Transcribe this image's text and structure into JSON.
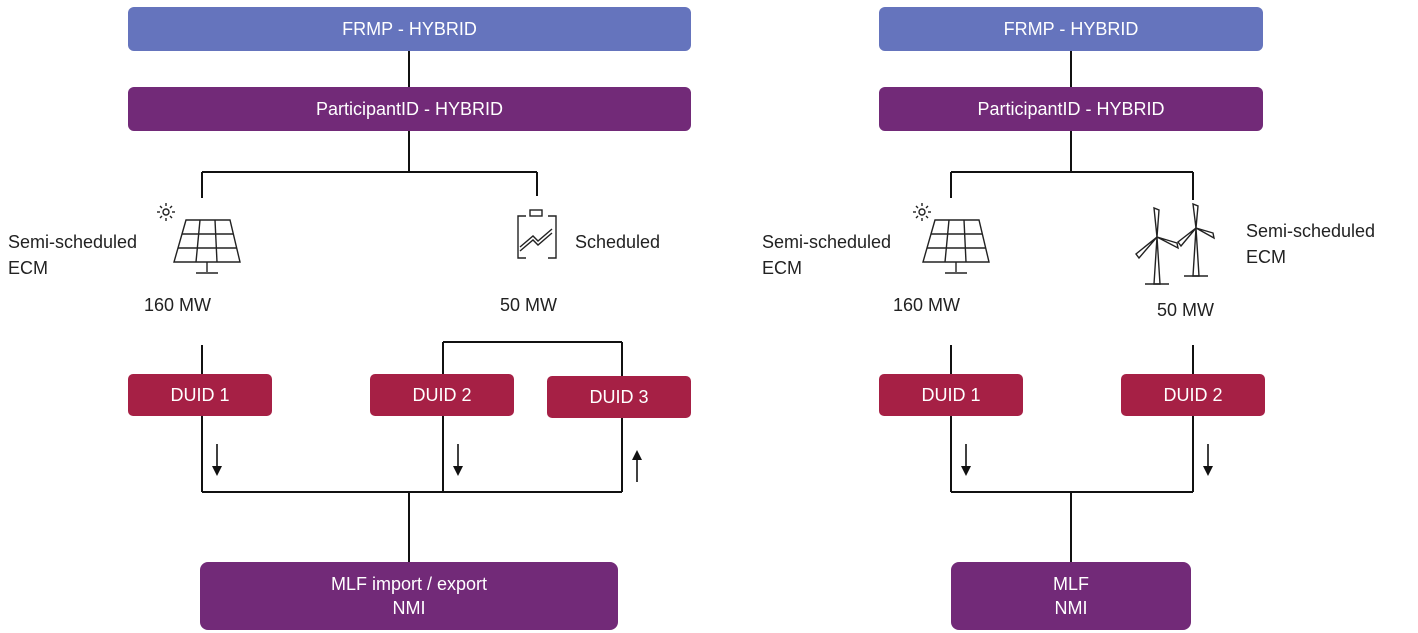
{
  "left": {
    "frmp": "FRMP - HYBRID",
    "participant": "ParticipantID - HYBRID",
    "solar": {
      "line1": "Semi-scheduled",
      "line2": "ECM",
      "capacity": "160 MW",
      "icon": "solar-panel-icon"
    },
    "battery": {
      "label": "Scheduled",
      "capacity": "50 MW",
      "icon": "battery-icon"
    },
    "duids": [
      "DUID 1",
      "DUID 2",
      "DUID 3"
    ],
    "mlf": {
      "line1": "MLF import / export",
      "line2": "NMI"
    }
  },
  "right": {
    "frmp": "FRMP - HYBRID",
    "participant": "ParticipantID - HYBRID",
    "solar": {
      "line1": "Semi-scheduled",
      "line2": "ECM",
      "capacity": "160 MW",
      "icon": "solar-panel-icon"
    },
    "wind": {
      "line1": "Semi-scheduled",
      "line2": "ECM",
      "capacity": "50 MW",
      "icon": "wind-turbine-icon"
    },
    "duids": [
      "DUID 1",
      "DUID 2"
    ],
    "mlf": {
      "line1": "MLF",
      "line2": "NMI"
    }
  },
  "colors": {
    "frmp": "#6574bd",
    "participant": "#722a78",
    "duid": "#a62045",
    "mlf": "#722a78",
    "line": "#111111"
  }
}
